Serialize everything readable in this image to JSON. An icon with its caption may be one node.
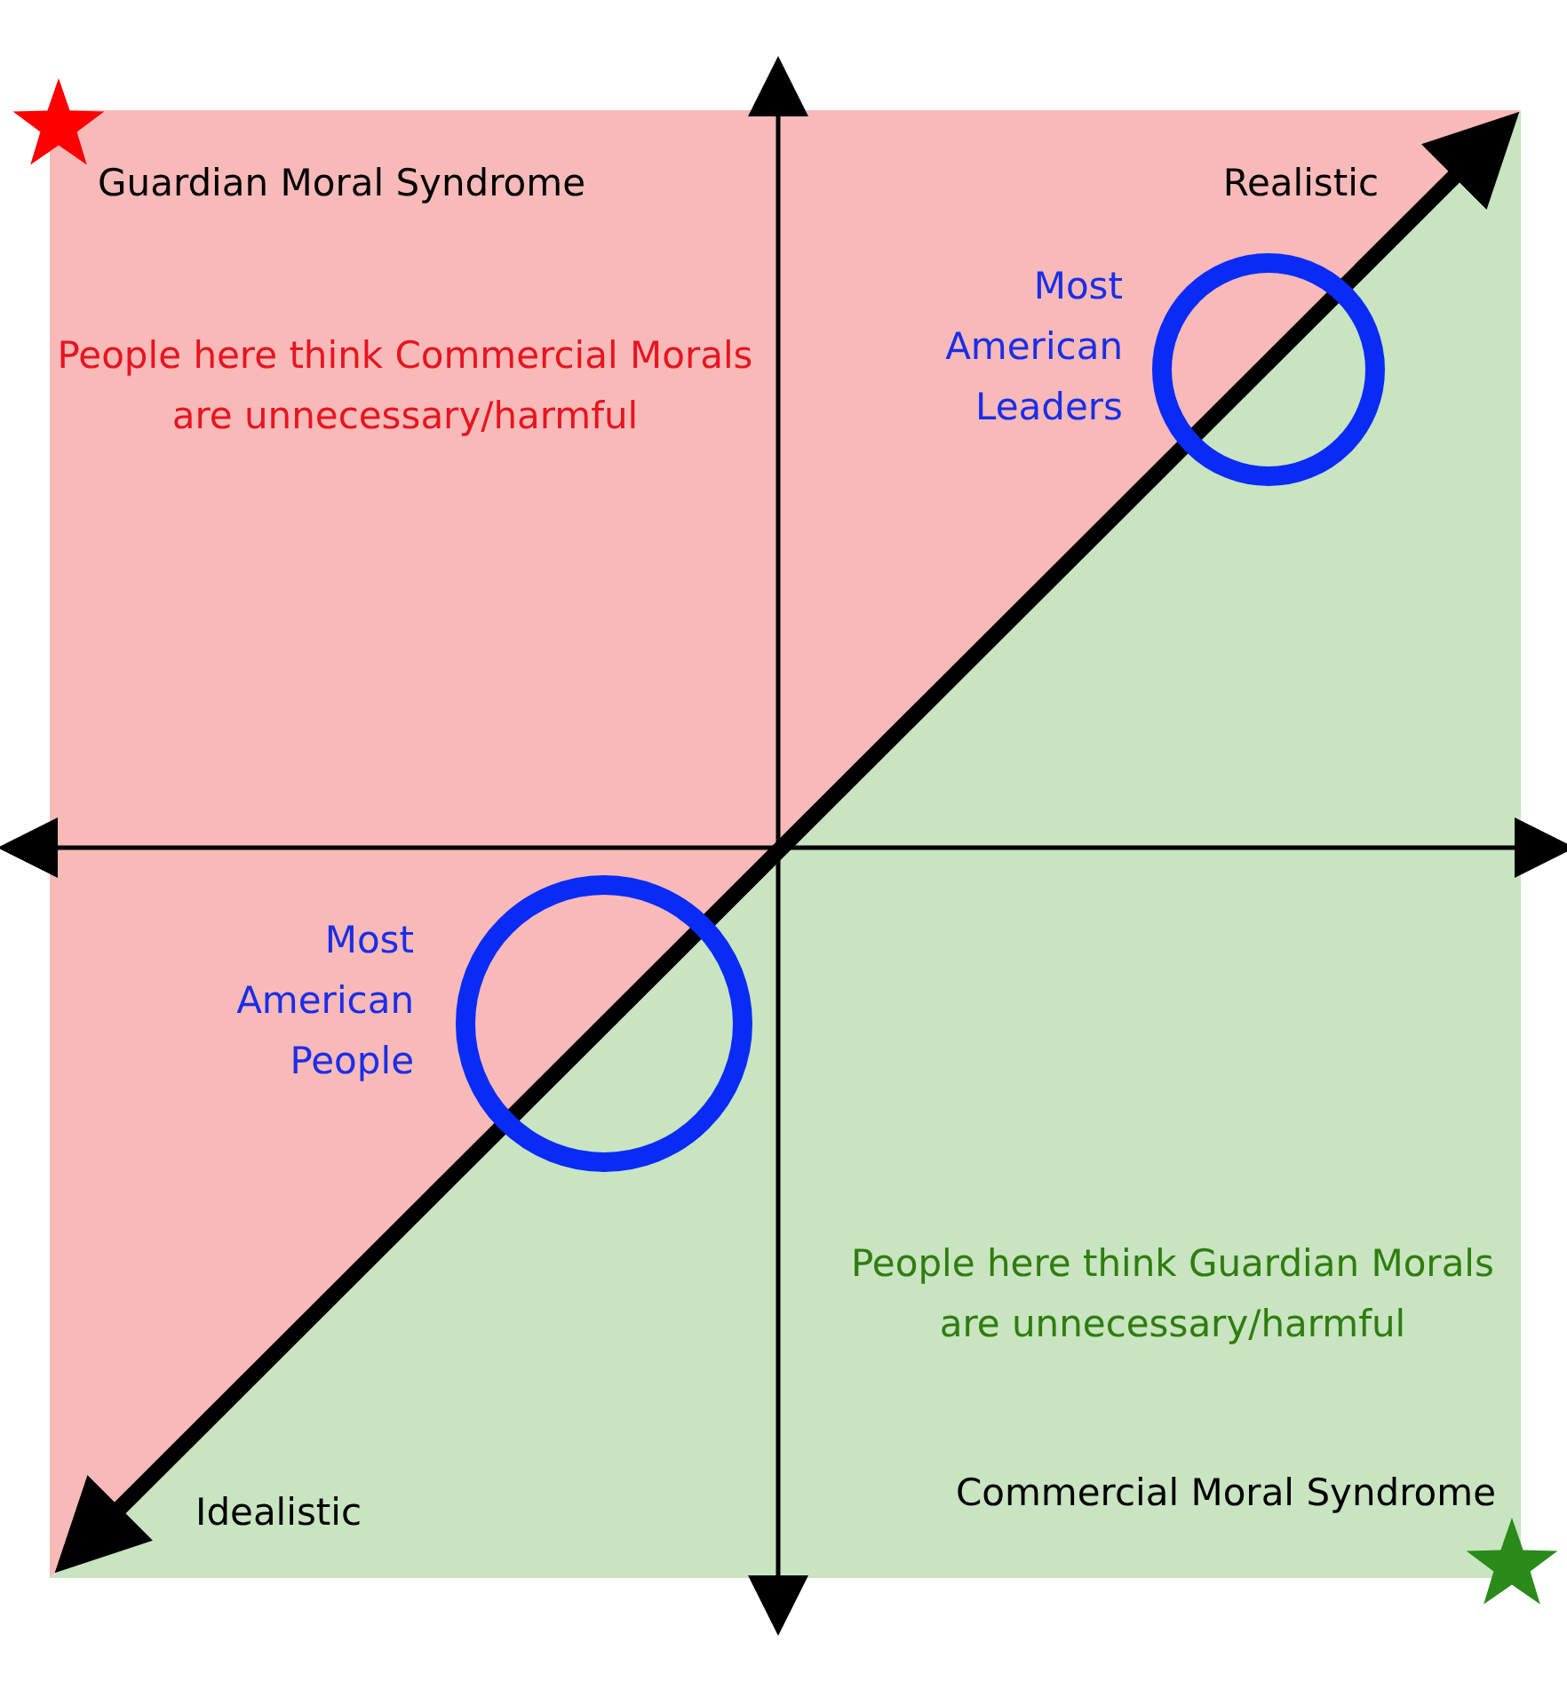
{
  "diagram": {
    "nodes": [
      {
        "text": [],
        "shape": "circle",
        "beside": [
          "Most American Leaders"
        ]
      },
      {
        "text": [],
        "shape": "circle",
        "beside": [
          "Most American People"
        ]
      }
    ],
    "edges": [],
    "labels": [
      "Guardian Moral Syndrome",
      "Realistic",
      "People here think Commercial Morals are unnecessary/harmful",
      "People here think Guardian Morals are unnecessary/harmful",
      "Idealistic",
      "Commercial Moral Syndrome"
    ]
  }
}
